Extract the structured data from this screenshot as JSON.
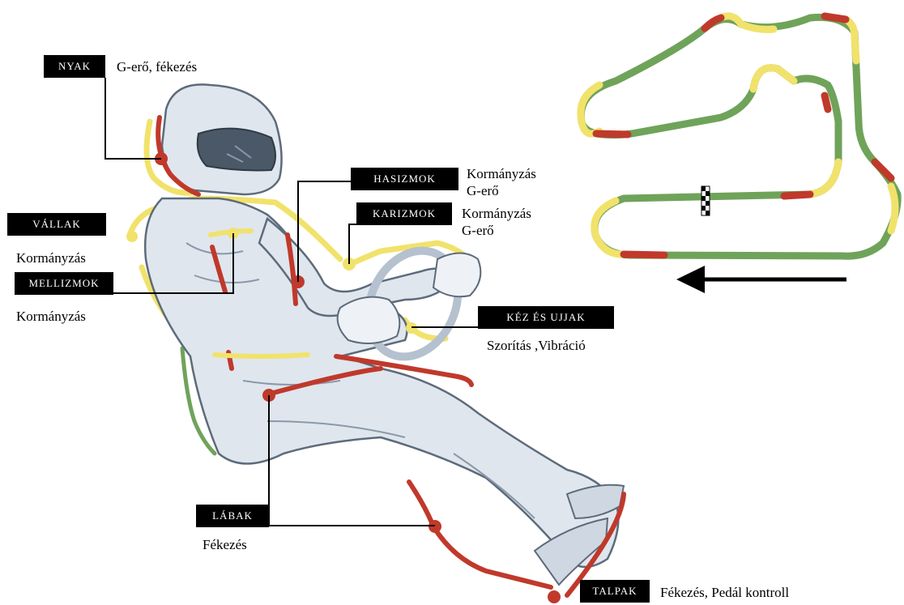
{
  "colors": {
    "high_load": "#c0392b",
    "medium_load": "#f1e26b",
    "low_load": "#6fa35a",
    "leader_line": "#000000",
    "suit": "#dfe6ee",
    "suit_shadow": "#9fb0c2",
    "checkered_flag": "#000000"
  },
  "icons": {
    "driver": "race-driver-illustration",
    "track": "race-track-map",
    "start_line": "checkered-start-line",
    "direction": "arrow-left-icon"
  },
  "muscle_groups": [
    {
      "id": "nyak",
      "label": "NYAK",
      "lines": [
        "G-erő, fékezés"
      ]
    },
    {
      "id": "hasizmok",
      "label": "HASIZMOK",
      "lines": [
        "Kormányzás",
        "G-erő"
      ]
    },
    {
      "id": "karizmok",
      "label": "KARIZMOK",
      "lines": [
        "Kormányzás",
        "G-erő"
      ]
    },
    {
      "id": "vallak",
      "label": "VÁLLAK",
      "lines": [
        "Kormányzás"
      ]
    },
    {
      "id": "mellizmok",
      "label": "MELLIZMOK",
      "lines": [
        "Kormányzás"
      ]
    },
    {
      "id": "kez",
      "label": "KÉZ ÉS UJJAK",
      "lines": [
        "Szorítás ,Vibráció"
      ]
    },
    {
      "id": "labak",
      "label": "LÁBAK",
      "lines": [
        "Fékezés"
      ]
    },
    {
      "id": "talpak",
      "label": "TALPAK",
      "lines": [
        "Fékezés, Pedál kontroll"
      ]
    }
  ]
}
